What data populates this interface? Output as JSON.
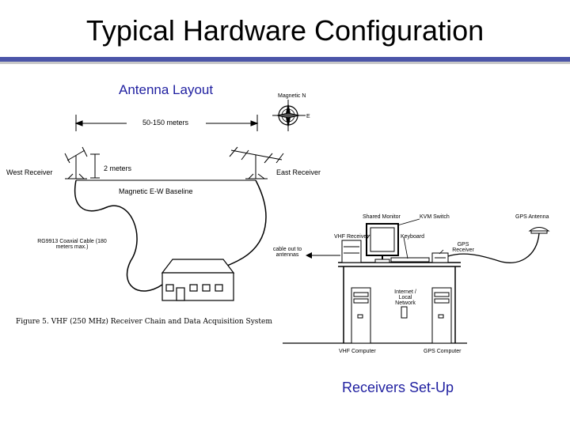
{
  "title": "Typical Hardware Configuration",
  "antenna_layout": {
    "heading": "Antenna Layout",
    "distance": "50-150 meters",
    "height": "2 meters",
    "west": "West Receiver",
    "east": "East Receiver",
    "baseline": "Magnetic E-W Baseline",
    "compass_north": "Magnetic N",
    "compass_east": "E"
  },
  "setup": {
    "cable": "RG9913 Coaxial Cable (180 meters max.)",
    "shared_monitor": "Shared Monitor",
    "kvm_switch": "KVM Switch",
    "gps_antenna": "GPS Antenna",
    "vhf_receiver": "VHF Receiver",
    "keyboard": "Keyboard",
    "gps_receiver": "GPS Receiver",
    "cable_out": "cable out to antennas",
    "network": "Internet / Local Network",
    "vhf_computer": "VHF Computer",
    "gps_computer": "GPS Computer"
  },
  "figure_caption": "Figure 5.  VHF (250 MHz) Receiver Chain and Data Acquisition System",
  "footer": "Receivers Set-Up",
  "colors": {
    "accent_bar": "#4b55a8",
    "text_blue": "#1f1fa0"
  }
}
